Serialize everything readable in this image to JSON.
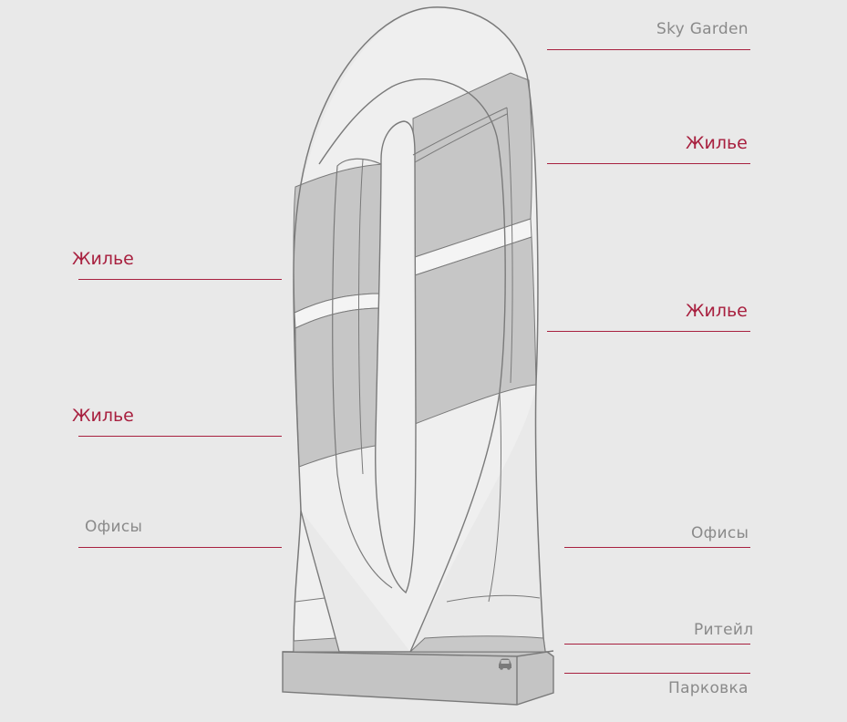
{
  "labels": {
    "sky_garden": "Sky Garden",
    "living_right_top": "Жилье",
    "living_left_top": "Жилье",
    "living_right_mid": "Жилье",
    "living_left_mid": "Жилье",
    "offices_left": "Офисы",
    "offices_right": "Офисы",
    "retail": "Ритейл",
    "parking": "Парковка"
  },
  "colors": {
    "background": "#e9e9e9",
    "accent": "#a8203f",
    "label_gray": "#8a8a8a",
    "band_gray": "#c6c6c6",
    "base_gray": "#c4c4c4",
    "outline": "#7a7a7a"
  },
  "icons": {
    "parking": "car-icon"
  }
}
